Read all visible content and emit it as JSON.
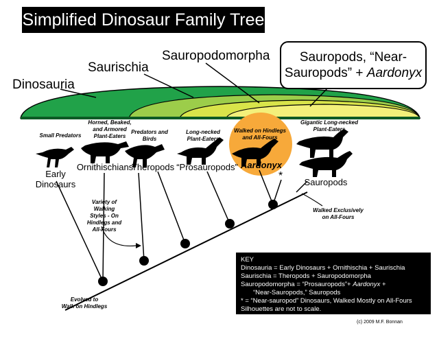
{
  "title": "Simplified Dinosaur Family Tree",
  "clades": {
    "dinosauria": "Dinosauria",
    "saurischia": "Saurischia",
    "sauropodomorpha": "Sauropodomorpha"
  },
  "callout": {
    "line1": "Sauropods, “Near-",
    "line2a": "Sauropods” + ",
    "line2b": "Aardonyx"
  },
  "groups": [
    {
      "caption": "Small Predators",
      "name_line1": "Early",
      "name_line2": "Dinosaurs"
    },
    {
      "caption_line1": "Horned, Beaked,",
      "caption_line2": "and Armored",
      "caption_line3": "Plant-Eaters",
      "name": "Ornithischians"
    },
    {
      "caption_line1": "Predators and",
      "caption_line2": "Birds",
      "name": "Theropods"
    },
    {
      "caption_line1": "Long-necked",
      "caption_line2": "Plant-Eaters",
      "name": "“Prosauropods”"
    },
    {
      "caption_line1": "Walked on Hindlegs",
      "caption_line2": "and All-Fours",
      "name": "Aardonyx"
    },
    {
      "caption_line1": "Gigantic Long-necked",
      "caption_line2": "Plant-Eaters",
      "name": "Sauropods",
      "asterisk": "*"
    }
  ],
  "notes": {
    "walking": [
      "Variety of",
      "Walking",
      "Styles - On",
      "Hindlegs and",
      "All-Fours"
    ],
    "evolved": [
      "Evolved to",
      "Walk on Hindlegs"
    ],
    "walked_all_fours": [
      "Walked Exclusively",
      "on All-Fours"
    ]
  },
  "key": {
    "heading": "KEY",
    "line1": "Dinosauria = Early Dinosaurs + Ornithischia + Saurischia",
    "line2": "Saurischia = Theropods + Sauropodomorpha",
    "line3a": "Sauropodomorpha = “Prosauropods”+ ",
    "line3b": "Aardonyx",
    "line3c": " +",
    "line4": "“Near-Sauropods,” Sauropods",
    "line5": "* = “Near-sauropod” Dinosaurs, Walked Mostly on All-Fours",
    "line6": "Silhouettes are not to scale."
  },
  "copyright": "(c) 2009 M.F. Bonnan",
  "colors": {
    "dinosauria": "#21a249",
    "saurischia": "#9ccd4a",
    "sauropodomorpha": "#d9e44a",
    "inner": "#f3f07a",
    "aardonyx_highlight": "#f7a93a"
  }
}
